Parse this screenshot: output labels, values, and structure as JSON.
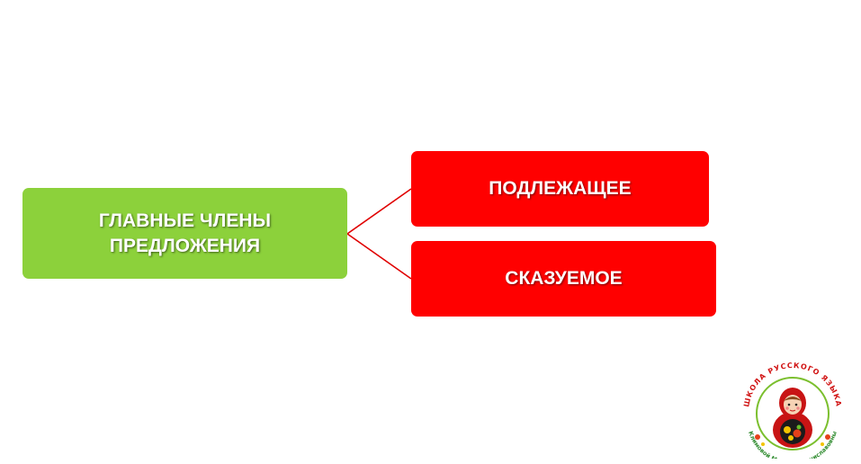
{
  "diagram": {
    "root": {
      "label": "ГЛАВНЫЕ ЧЛЕНЫ\nПРЕДЛОЖЕНИЯ",
      "color": "#8cd13b"
    },
    "children": [
      {
        "label": "ПОДЛЕЖАЩЕЕ",
        "color": "#ff0000"
      },
      {
        "label": "СКАЗУЕМОЕ",
        "color": "#ff0000"
      }
    ],
    "connector_color": "#e00000"
  },
  "logo": {
    "top_text": "ШКОЛА РУССКОГО ЯЗЫКА",
    "bottom_text": "Климовой Марины Станиславовны",
    "icon": "matryoshka-icon"
  }
}
